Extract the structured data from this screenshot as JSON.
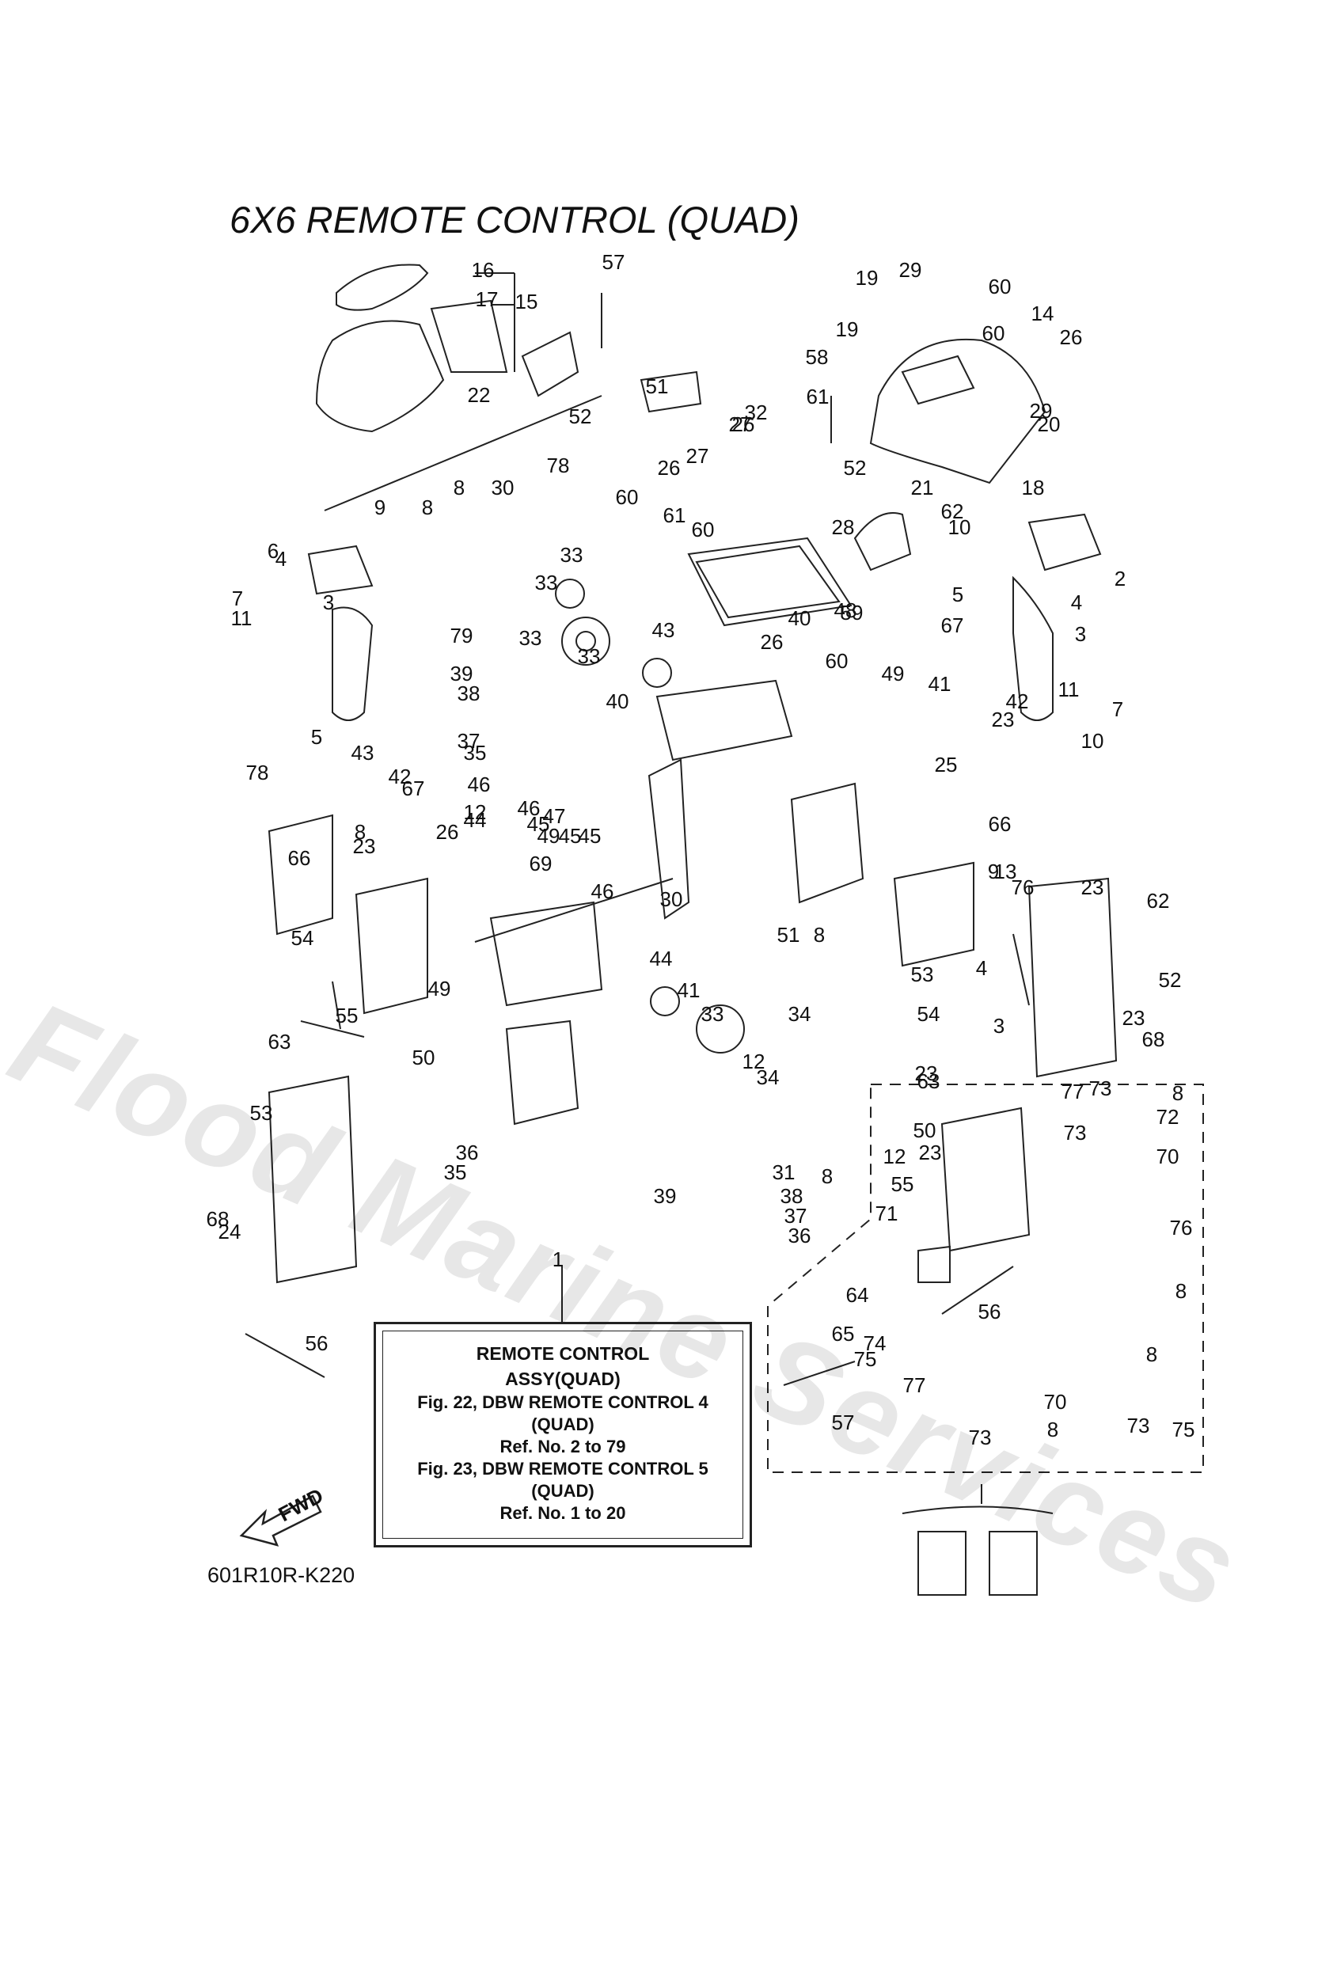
{
  "title": "6X6 REMOTE CONTROL (QUAD)",
  "diagram_code": "601R10R-K220",
  "watermark": "Flood Marine Services",
  "fwd_label": "FWD",
  "info_box": {
    "heading_1": "REMOTE CONTROL",
    "heading_2": "ASSY(QUAD)",
    "ref_lines": [
      "Fig. 22, DBW REMOTE CONTROL 4",
      "(QUAD)",
      "Ref. No. 2 to 79",
      "Fig. 23, DBW REMOTE CONTROL 5",
      "(QUAD)",
      "Ref. No. 1 to 20"
    ]
  },
  "callouts": [
    "1",
    "2",
    "3",
    "3",
    "3",
    "4",
    "4",
    "4",
    "5",
    "5",
    "6",
    "7",
    "7",
    "8",
    "8",
    "8",
    "8",
    "8",
    "8",
    "8",
    "8",
    "8",
    "9",
    "9",
    "10",
    "10",
    "11",
    "11",
    "12",
    "12",
    "12",
    "13",
    "14",
    "15",
    "16",
    "17",
    "18",
    "19",
    "19",
    "20",
    "21",
    "22",
    "23",
    "23",
    "23",
    "23",
    "23",
    "23",
    "24",
    "25",
    "26",
    "26",
    "26",
    "26",
    "26",
    "27",
    "27",
    "28",
    "29",
    "29",
    "30",
    "30",
    "31",
    "32",
    "33",
    "33",
    "33",
    "33",
    "33",
    "34",
    "34",
    "35",
    "35",
    "36",
    "36",
    "37",
    "37",
    "38",
    "38",
    "39",
    "39",
    "40",
    "40",
    "41",
    "41",
    "42",
    "42",
    "43",
    "43",
    "44",
    "44",
    "45",
    "45",
    "45",
    "46",
    "46",
    "46",
    "47",
    "48",
    "49",
    "49",
    "49",
    "50",
    "50",
    "51",
    "51",
    "52",
    "52",
    "52",
    "53",
    "53",
    "54",
    "54",
    "55",
    "55",
    "56",
    "56",
    "57",
    "57",
    "58",
    "59",
    "60",
    "60",
    "60",
    "60",
    "60",
    "61",
    "61",
    "62",
    "62",
    "63",
    "63",
    "64",
    "65",
    "66",
    "66",
    "67",
    "67",
    "68",
    "68",
    "69",
    "70",
    "70",
    "71",
    "72",
    "73",
    "73",
    "73",
    "73",
    "74",
    "75",
    "75",
    "76",
    "76",
    "77",
    "77",
    "78",
    "78",
    "79"
  ]
}
